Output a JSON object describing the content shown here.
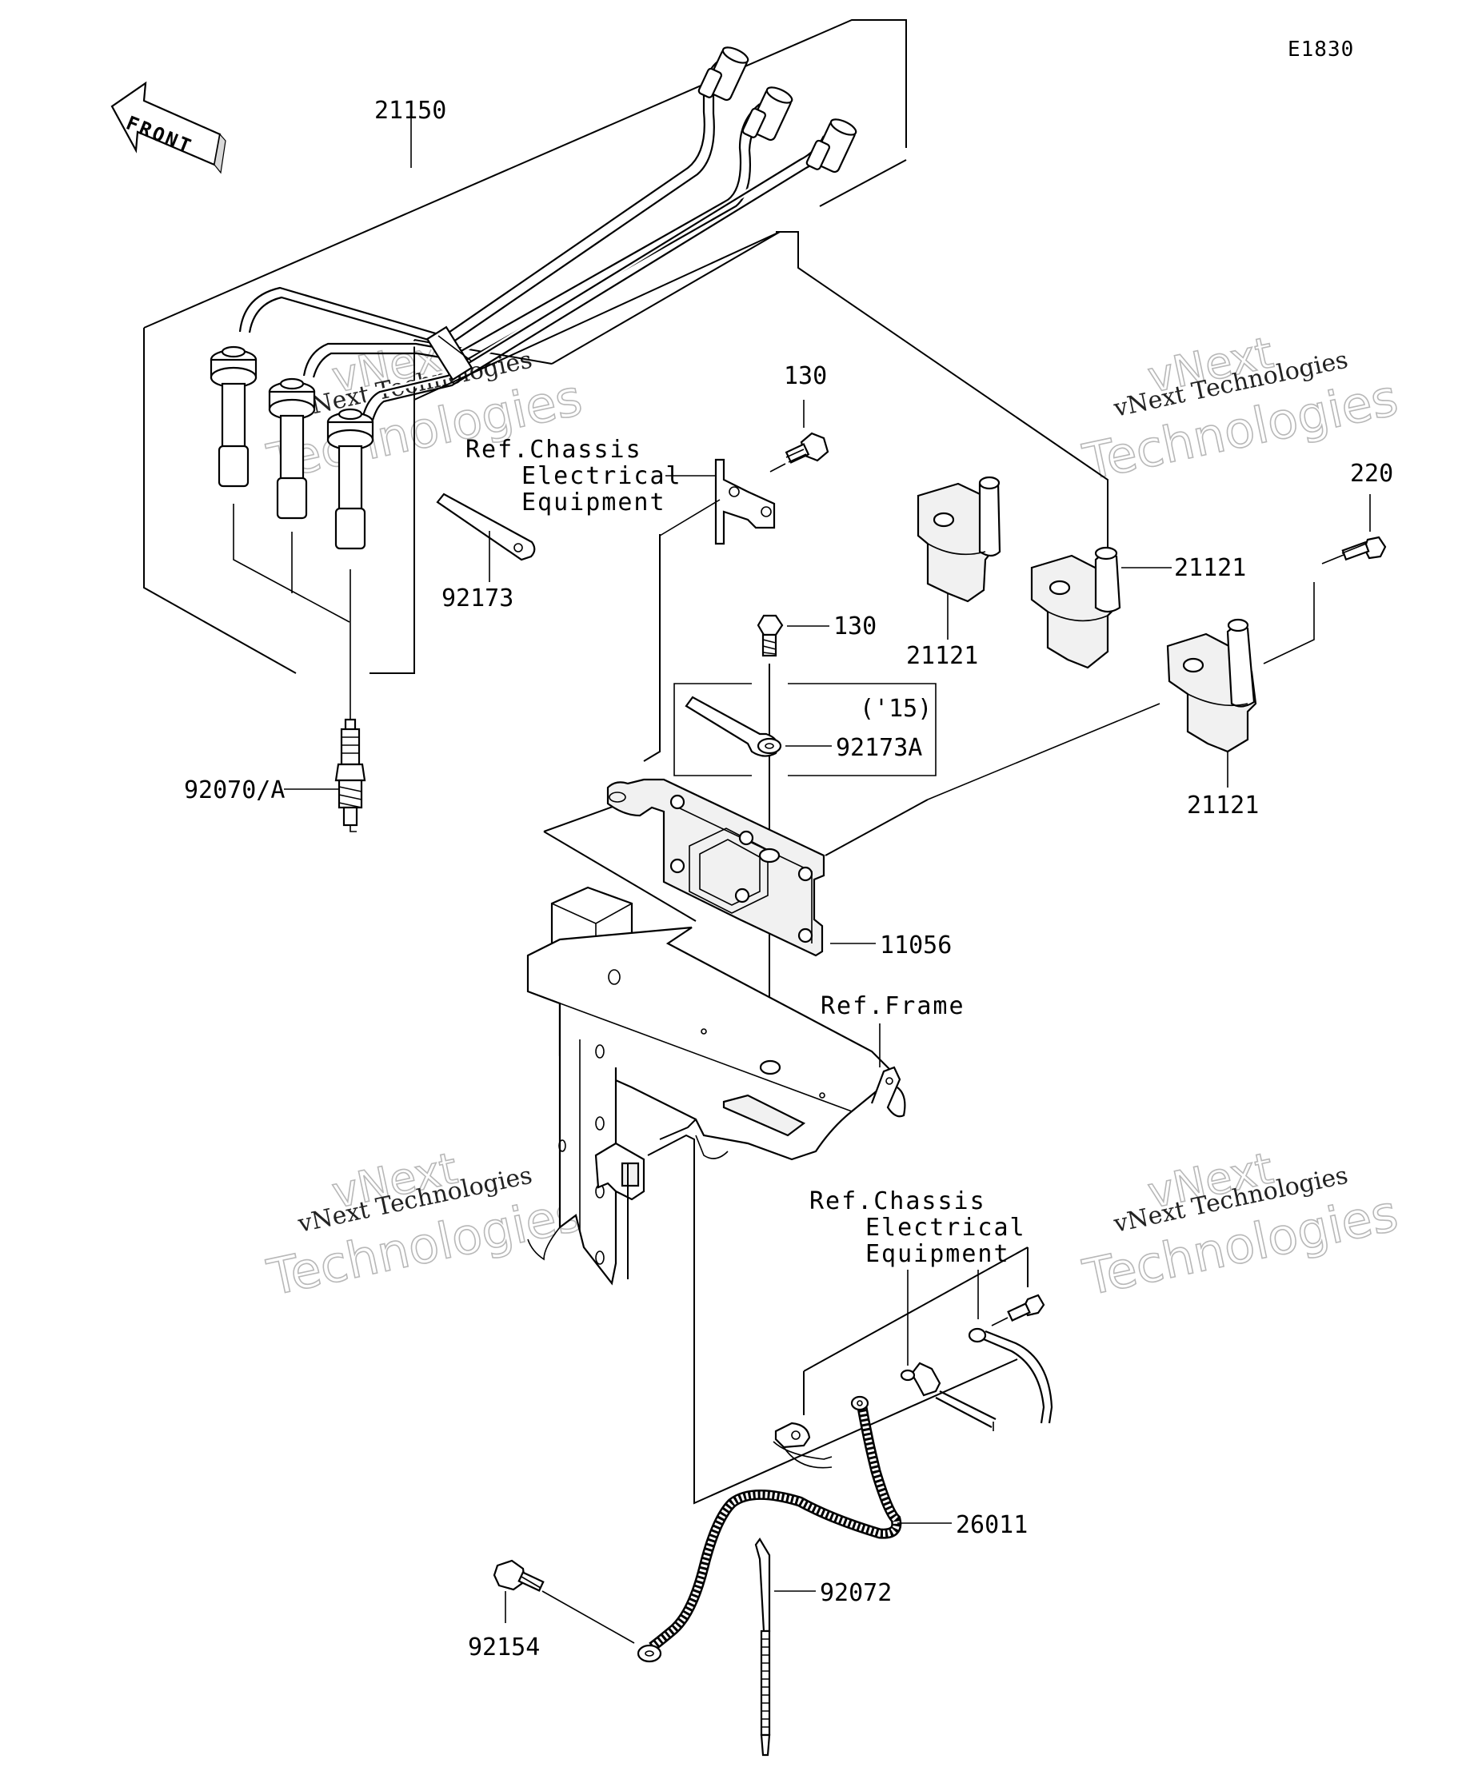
{
  "diagram_code": "E1830",
  "front_arrow_label": "FRONT",
  "parts": {
    "p21150": "21150",
    "p92173": "92173",
    "p92070": "92070/A",
    "p130_top": "130",
    "p130_mid": "130",
    "p92173A": "92173A",
    "p15": "('15)",
    "p11056": "11056",
    "p21121_a": "21121",
    "p21121_b": "21121",
    "p21121_c": "21121",
    "p220": "220",
    "p26011": "26011",
    "p92072": "92072",
    "p92154": "92154"
  },
  "refs": {
    "chassis_top": [
      "Ref.Chassis",
      "Electrical",
      "Equipment"
    ],
    "frame": "Ref.Frame",
    "chassis_bottom": [
      "Ref.Chassis",
      "Electrical",
      "Equipment"
    ]
  },
  "watermark": {
    "line1": "vNext",
    "line2": "vNext Technologies",
    "line3": "Technologies"
  }
}
